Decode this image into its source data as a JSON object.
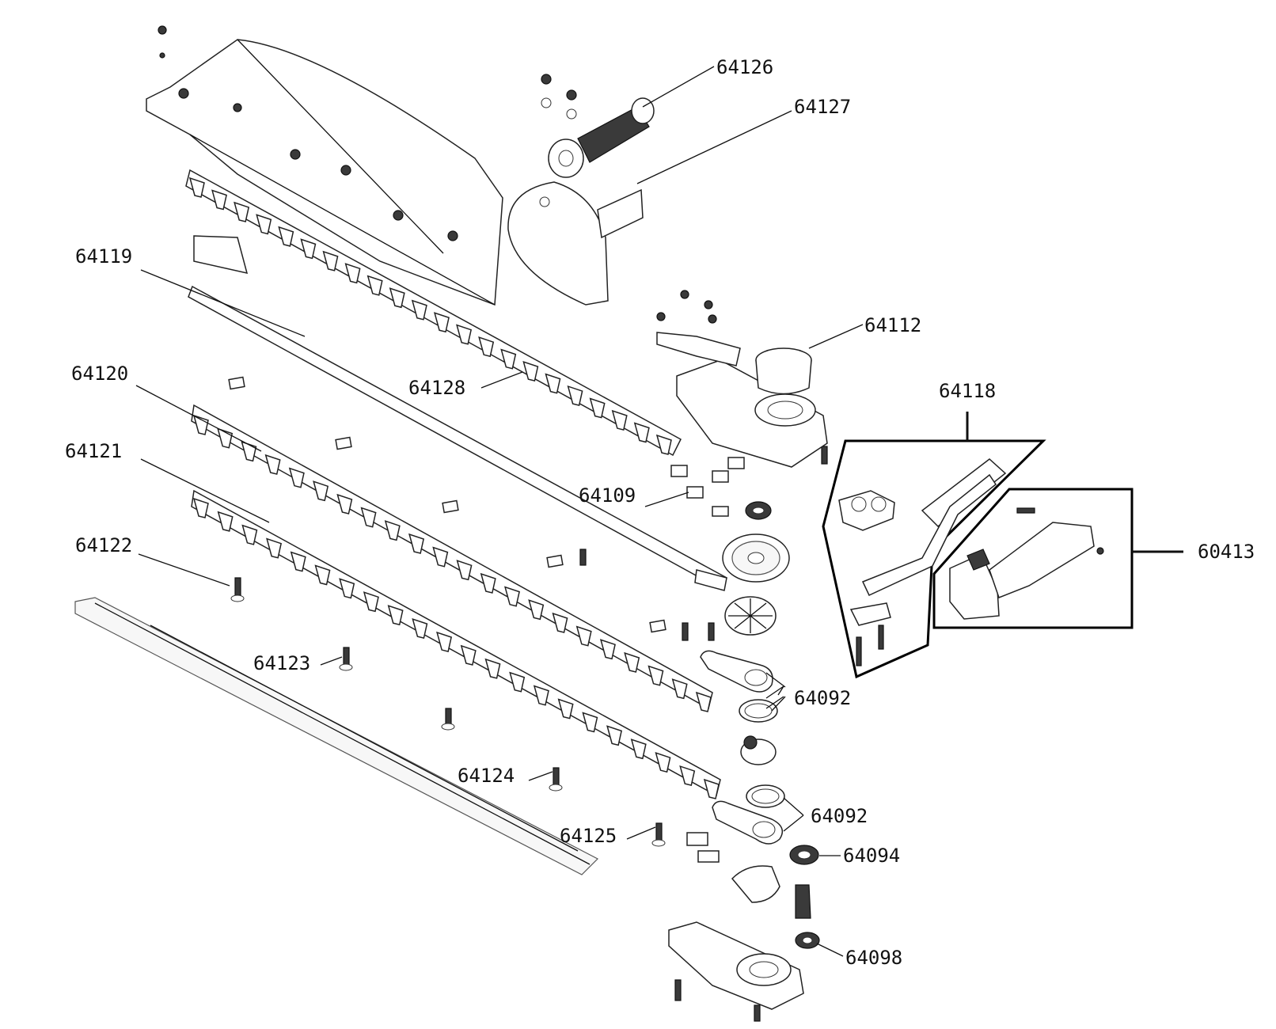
{
  "labels": {
    "l64126": "64126",
    "l64127": "64127",
    "l64119": "64119",
    "l64112": "64112",
    "l64118": "64118",
    "l64120": "64120",
    "l64128": "64128",
    "l64121": "64121",
    "l64109": "64109",
    "l60413": "60413",
    "l64122": "64122",
    "l64123": "64123",
    "l64092a": "64092",
    "l64124": "64124",
    "l64092b": "64092",
    "l64125": "64125",
    "l64094": "64094",
    "l64098": "64098"
  }
}
